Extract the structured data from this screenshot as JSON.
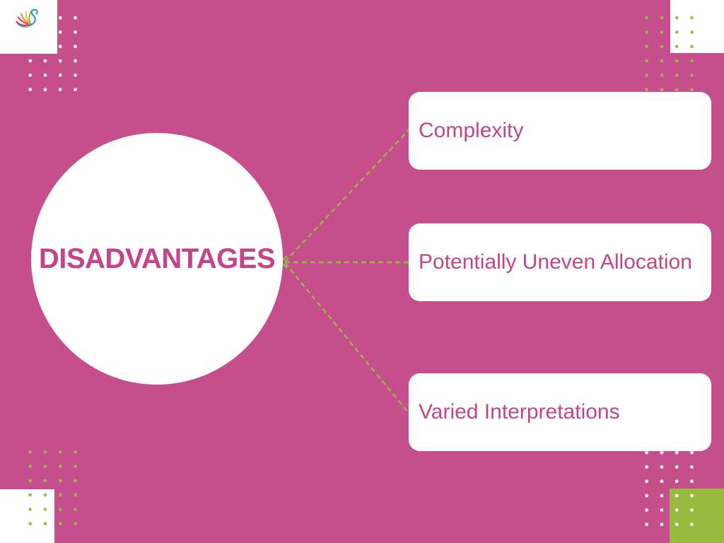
{
  "slide": {
    "title": "DISADVANTAGES",
    "branches": [
      {
        "label": "Complexity"
      },
      {
        "label": "Potentially Uneven Allocation"
      },
      {
        "label": "Varied Interpretations"
      }
    ]
  },
  "colors": {
    "background_pink": "#c64e8d",
    "accent_green": "#97bb41",
    "card_white": "#ffffff",
    "text_pink": "#c4448a"
  },
  "icons": {
    "logo": "swan-logo",
    "arrow": "left-arrowhead"
  }
}
